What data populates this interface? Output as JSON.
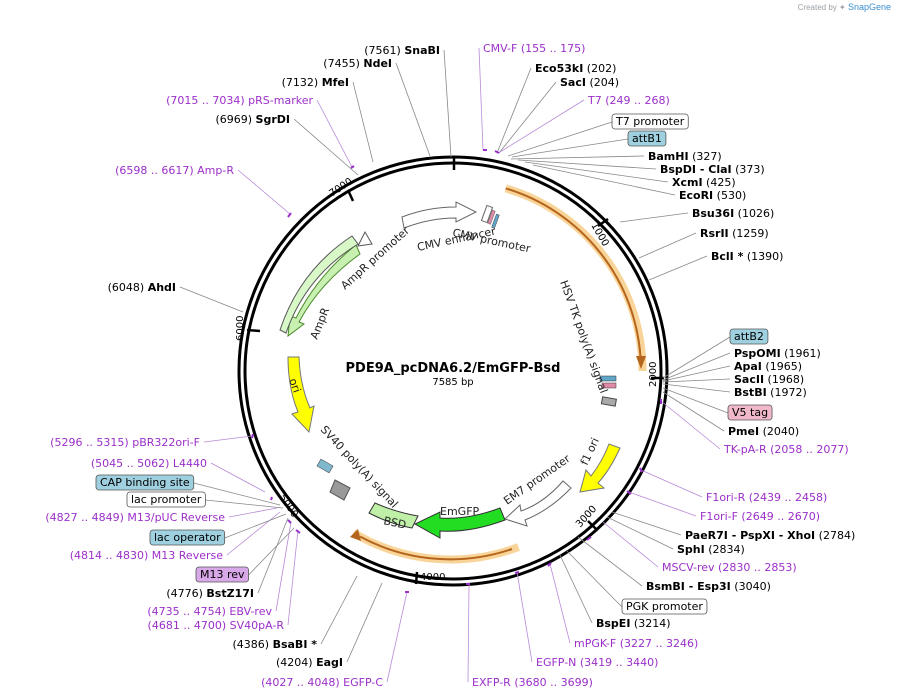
{
  "credit": {
    "prefix": "Created by",
    "brand": "SnapGene"
  },
  "plasmid": {
    "name": "PDE9A_pcDNA6.2/EmGFP-Bsd",
    "size_label": "7585 bp"
  },
  "colors": {
    "primer": "#9b2fc9",
    "site": "#000000",
    "feature_line": "#808080",
    "promoter": "#ffffff",
    "attB": "#9fd0e0",
    "v5": "#f0b8c8",
    "m13": "#d8a8e8",
    "amp": "#d8f8c8",
    "ori": "#ffff00",
    "emgfp": "#22dd22",
    "bsd": "#c0f0a8",
    "orf": "#f4b043"
  },
  "ticks": [
    {
      "label": "1000"
    },
    {
      "label": "2000"
    },
    {
      "label": "3000"
    },
    {
      "label": "4000"
    },
    {
      "label": "5000"
    },
    {
      "label": "6000"
    },
    {
      "label": "7000"
    }
  ],
  "labels": [
    {
      "id": "snabi",
      "type": "site",
      "pos": "(7561)",
      "name": "SnaBI"
    },
    {
      "id": "ndei",
      "type": "site",
      "pos": "(7455)",
      "name": "NdeI"
    },
    {
      "id": "mfei",
      "type": "site",
      "pos": "(7132)",
      "name": "MfeI"
    },
    {
      "id": "prs-marker",
      "type": "primer",
      "pos": "(7015 .. 7034)",
      "name": "pRS-marker"
    },
    {
      "id": "sgrdi",
      "type": "site",
      "pos": "(6969)",
      "name": "SgrDI"
    },
    {
      "id": "amp-r",
      "type": "primer",
      "pos": "(6598 .. 6617)",
      "name": "Amp-R"
    },
    {
      "id": "ahdi",
      "type": "site",
      "pos": "(6048)",
      "name": "AhdI"
    },
    {
      "id": "cmv-f",
      "type": "primer",
      "name": "CMV-F",
      "pos": "(155 .. 175)"
    },
    {
      "id": "eco53ki",
      "type": "site",
      "name": "Eco53kI",
      "pos": "(202)"
    },
    {
      "id": "saci",
      "type": "site",
      "name": "SacI",
      "pos": "(204)"
    },
    {
      "id": "t7",
      "type": "primer",
      "name": "T7",
      "pos": "(249 .. 268)"
    },
    {
      "id": "bamhi",
      "type": "site",
      "name": "BamHI",
      "pos": "(327)"
    },
    {
      "id": "bspdi-clai",
      "type": "site",
      "name": "BspDI - ClaI",
      "pos": "(373)"
    },
    {
      "id": "xcmi",
      "type": "site",
      "name": "XcmI",
      "pos": "(425)"
    },
    {
      "id": "ecori",
      "type": "site",
      "name": "EcoRI",
      "pos": "(530)"
    },
    {
      "id": "bsu36i",
      "type": "site",
      "name": "Bsu36I",
      "pos": "(1026)"
    },
    {
      "id": "rsrii",
      "type": "site",
      "name": "RsrII",
      "pos": "(1259)"
    },
    {
      "id": "bcli",
      "type": "site",
      "name": "BclI *",
      "pos": "(1390)"
    },
    {
      "id": "pspomi",
      "type": "site",
      "name": "PspOMI",
      "pos": "(1961)"
    },
    {
      "id": "apai",
      "type": "site",
      "name": "ApaI",
      "pos": "(1965)"
    },
    {
      "id": "sacii",
      "type": "site",
      "name": "SacII",
      "pos": "(1968)"
    },
    {
      "id": "bstbi",
      "type": "site",
      "name": "BstBI",
      "pos": "(1972)"
    },
    {
      "id": "pmei",
      "type": "site",
      "name": "PmeI",
      "pos": "(2040)"
    },
    {
      "id": "tk-pa-r",
      "type": "primer",
      "name": "TK-pA-R",
      "pos": "(2058 .. 2077)"
    },
    {
      "id": "f1ori-r",
      "type": "primer",
      "name": "F1ori-R",
      "pos": "(2439 .. 2458)"
    },
    {
      "id": "f1ori-f",
      "type": "primer",
      "name": "F1ori-F",
      "pos": "(2649 .. 2670)"
    },
    {
      "id": "paer7i",
      "type": "site",
      "name": "PaeR7I - PspXI - XhoI",
      "pos": "(2784)"
    },
    {
      "id": "sphi",
      "type": "site",
      "name": "SphI",
      "pos": "(2834)"
    },
    {
      "id": "mscv-rev",
      "type": "primer",
      "name": "MSCV-rev",
      "pos": "(2830 .. 2853)"
    },
    {
      "id": "bsmbi",
      "type": "site",
      "name": "BsmBI - Esp3I",
      "pos": "(3040)"
    },
    {
      "id": "bspei",
      "type": "site",
      "name": "BspEI",
      "pos": "(3214)"
    },
    {
      "id": "mpgk-f",
      "type": "primer",
      "name": "mPGK-F",
      "pos": "(3227 .. 3246)"
    },
    {
      "id": "egfp-n",
      "type": "primer",
      "name": "EGFP-N",
      "pos": "(3419 .. 3440)"
    },
    {
      "id": "exfp-r",
      "type": "primer",
      "name": "EXFP-R",
      "pos": "(3680 .. 3699)"
    },
    {
      "id": "egfp-c",
      "type": "primer",
      "pos": "(4027 .. 4048)",
      "name": "EGFP-C"
    },
    {
      "id": "eagi",
      "type": "site",
      "pos": "(4204)",
      "name": "EagI"
    },
    {
      "id": "bsabi",
      "type": "site",
      "pos": "(4386)",
      "name": "BsaBI *"
    },
    {
      "id": "sv40pa-r",
      "type": "primer",
      "pos": "(4681 .. 4700)",
      "name": "SV40pA-R"
    },
    {
      "id": "ebv-rev",
      "type": "primer",
      "pos": "(4735 .. 4754)",
      "name": "EBV-rev"
    },
    {
      "id": "bstz17i",
      "type": "site",
      "pos": "(4776)",
      "name": "BstZ17I"
    },
    {
      "id": "m13-reverse",
      "type": "primer",
      "pos": "(4814 .. 4830)",
      "name": "M13 Reverse"
    },
    {
      "id": "m13-puc-reverse",
      "type": "primer",
      "pos": "(4827 .. 4849)",
      "name": "M13/pUC Reverse"
    },
    {
      "id": "l4440",
      "type": "primer",
      "pos": "(5045 .. 5062)",
      "name": "L4440"
    },
    {
      "id": "pbr322ori-f",
      "type": "primer",
      "pos": "(5296 .. 5315)",
      "name": "pBR322ori-F"
    }
  ],
  "boxes": [
    {
      "id": "t7-promoter",
      "text": "T7 promoter",
      "color": "#ffffff"
    },
    {
      "id": "attb1",
      "text": "attB1",
      "color": "#9fd0e0"
    },
    {
      "id": "attb2",
      "text": "attB2",
      "color": "#9fd0e0"
    },
    {
      "id": "v5-tag",
      "text": "V5 tag",
      "color": "#f0b8c8"
    },
    {
      "id": "pgk-promoter",
      "text": "PGK promoter",
      "color": "#ffffff"
    },
    {
      "id": "cap-binding-site",
      "text": "CAP binding site",
      "color": "#9fd0e0"
    },
    {
      "id": "lac-promoter",
      "text": "lac promoter",
      "color": "#ffffff"
    },
    {
      "id": "lac-operator",
      "text": "lac operator",
      "color": "#9fd0e0"
    },
    {
      "id": "m13-rev",
      "text": "M13 rev",
      "color": "#d8a8e8"
    }
  ],
  "features": [
    {
      "id": "cmv-enhancer",
      "text": "CMV enhancer"
    },
    {
      "id": "cmv-promoter",
      "text": "CMV promoter"
    },
    {
      "id": "hsv-tk-polya",
      "text": "HSV TK poly(A) signal"
    },
    {
      "id": "f1-ori",
      "text": "f1 ori"
    },
    {
      "id": "em7-promoter",
      "text": "EM7 promoter"
    },
    {
      "id": "emgfp",
      "text": "EmGFP"
    },
    {
      "id": "bsd",
      "text": "BSD"
    },
    {
      "id": "sv40-polya",
      "text": "SV40 poly(A) signal"
    },
    {
      "id": "ori",
      "text": "ori"
    },
    {
      "id": "ampr",
      "text": "AmpR"
    },
    {
      "id": "ampr-promoter",
      "text": "AmpR promoter"
    }
  ]
}
